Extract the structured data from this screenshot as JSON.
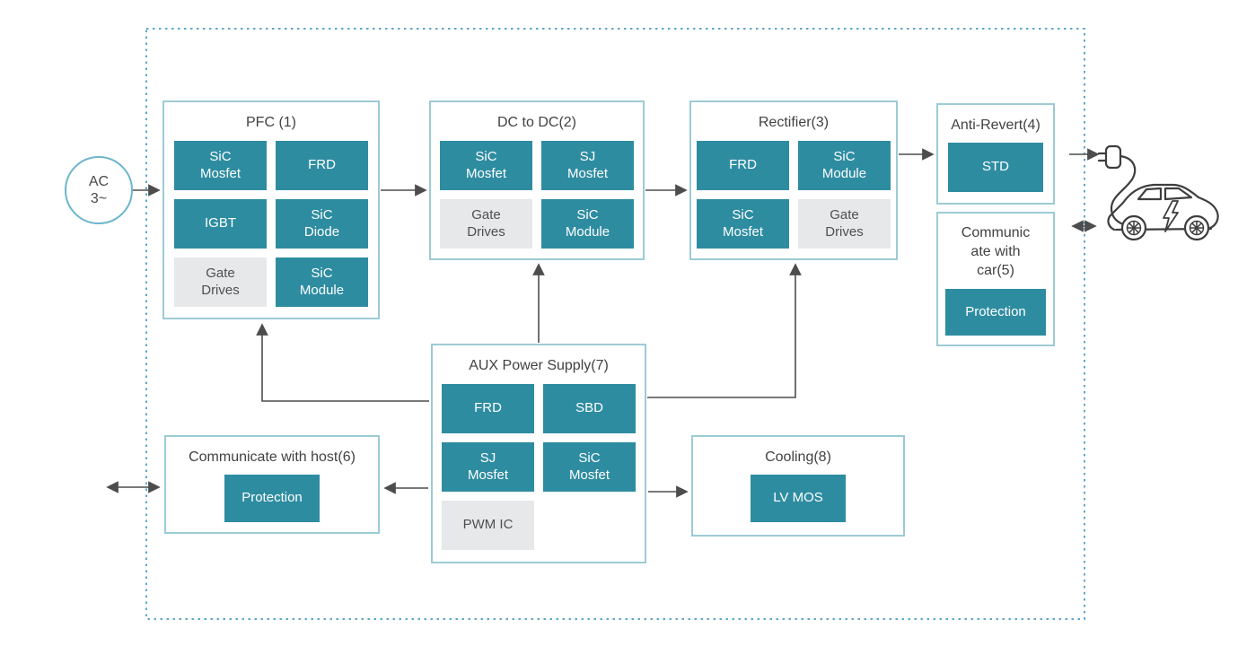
{
  "diagram_type": "EV charger power system block diagram",
  "colors": {
    "teal_cell": "#2e8ca1",
    "grey_cell": "#e6e8ea",
    "block_border": "#9ccbd6",
    "boundary_dotted": "#5fa8c9",
    "arrow": "#4d4d4d",
    "title_text": "#424242",
    "cell_text_light": "#ffffff",
    "cell_text_dark": "#4f4f4f",
    "ac_circle_border": "#6cb5cc"
  },
  "ac_source": {
    "line1": "AC",
    "line2": "3~"
  },
  "blocks": {
    "pfc": {
      "title": "PFC (1)",
      "cells": [
        {
          "label": "SiC\nMosfet",
          "variant": "teal"
        },
        {
          "label": "FRD",
          "variant": "teal"
        },
        {
          "label": "IGBT",
          "variant": "teal"
        },
        {
          "label": "SiC\nDiode",
          "variant": "teal"
        },
        {
          "label": "Gate\nDrives",
          "variant": "grey"
        },
        {
          "label": "SiC\nModule",
          "variant": "teal"
        }
      ]
    },
    "dc_to_dc": {
      "title": "DC to DC(2)",
      "cells": [
        {
          "label": "SiC\nMosfet",
          "variant": "teal"
        },
        {
          "label": "SJ\nMosfet",
          "variant": "teal"
        },
        {
          "label": "Gate\nDrives",
          "variant": "grey"
        },
        {
          "label": "SiC\nModule",
          "variant": "teal"
        }
      ]
    },
    "rectifier": {
      "title": "Rectifier(3)",
      "cells": [
        {
          "label": "FRD",
          "variant": "teal"
        },
        {
          "label": "SiC\nModule",
          "variant": "teal"
        },
        {
          "label": "SiC\nMosfet",
          "variant": "teal"
        },
        {
          "label": "Gate\nDrives",
          "variant": "grey"
        }
      ]
    },
    "anti_revert": {
      "title": "Anti-Revert(4)",
      "cells": [
        {
          "label": "STD",
          "variant": "teal"
        }
      ]
    },
    "comm_car": {
      "title": "Communicate with car(5)",
      "cells": [
        {
          "label": "Protection",
          "variant": "teal"
        }
      ]
    },
    "aux": {
      "title": "AUX Power Supply(7)",
      "cells": [
        {
          "label": "FRD",
          "variant": "teal"
        },
        {
          "label": "SBD",
          "variant": "teal"
        },
        {
          "label": "SJ\nMosfet",
          "variant": "teal"
        },
        {
          "label": "SiC\nMosfet",
          "variant": "teal"
        },
        {
          "label": "PWM IC",
          "variant": "grey"
        }
      ]
    },
    "comm_host": {
      "title": "Communicate with host(6)",
      "cells": [
        {
          "label": "Protection",
          "variant": "teal"
        }
      ]
    },
    "cooling": {
      "title": "Cooling(8)",
      "cells": [
        {
          "label": "LV MOS",
          "variant": "teal"
        }
      ]
    }
  },
  "icons": {
    "car": "ev-car-with-charging-plug-icon"
  }
}
